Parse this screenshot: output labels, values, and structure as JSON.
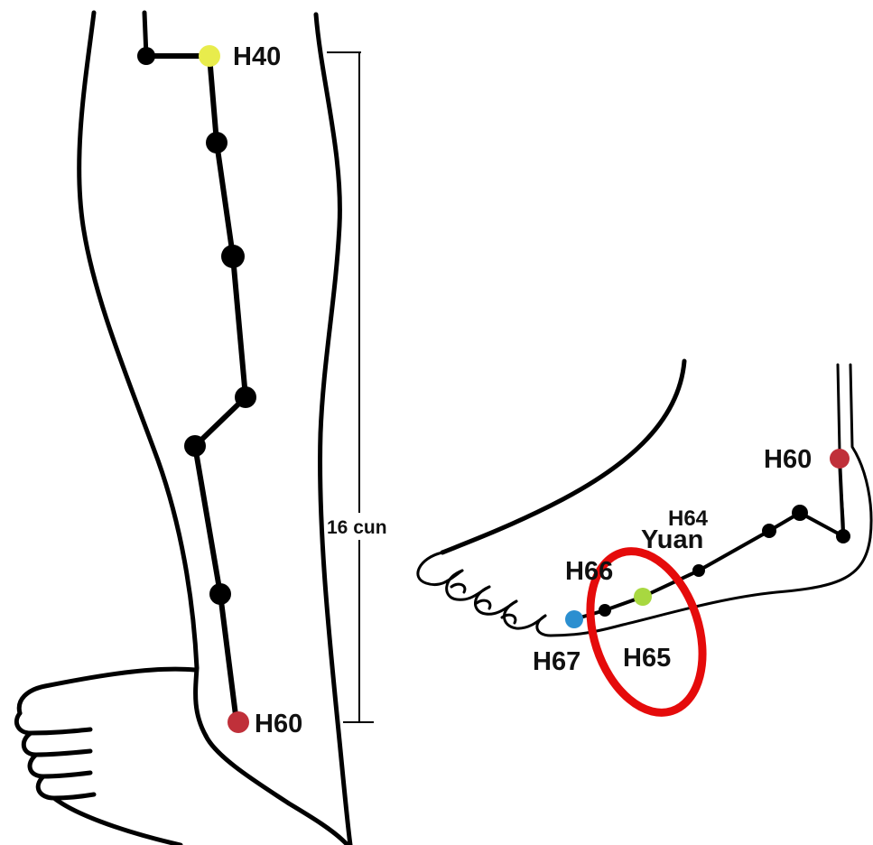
{
  "leg": {
    "points": [
      {
        "label": "H40",
        "color": "#e8ec4c"
      },
      {
        "label": "H60",
        "color": "#c0303a"
      }
    ],
    "measure_label": "16 cun"
  },
  "foot": {
    "points": [
      {
        "label": "H60",
        "color": "#c0303a"
      },
      {
        "label": "H64",
        "color": "#000000"
      },
      {
        "label": "H65",
        "color": "#a8d840"
      },
      {
        "label": "H66",
        "color": "#000000"
      },
      {
        "label": "H67",
        "color": "#2b8fd0"
      }
    ],
    "yuan_label": "Yuan",
    "highlight_color": "#e50b0b"
  }
}
